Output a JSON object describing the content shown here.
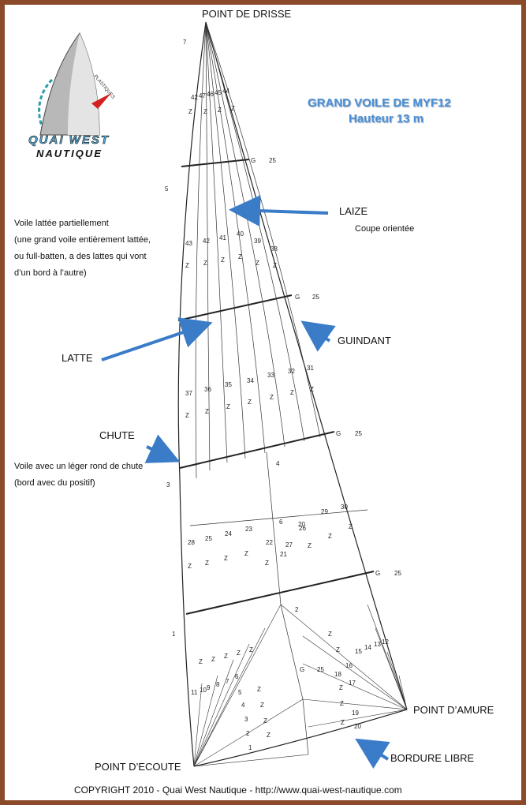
{
  "logo": {
    "name_line1": "QUAI WEST",
    "name_line2": "NAUTIQUE",
    "arc_text": "PLASTIQUES"
  },
  "title": {
    "line1": "GRAND VOILE DE MYF12",
    "line2": "Hauteur 13 m"
  },
  "labels": {
    "point_de_drisse": "POINT DE DRISSE",
    "laize": "LAIZE",
    "coupe_orientee": "Coupe orientée",
    "guindant": "GUINDANT",
    "latte": "LATTE",
    "chute": "CHUTE",
    "point_d_amure": "POINT D’AMURE",
    "bordure_libre": "BORDURE LIBRE",
    "point_d_ecoute": "POINT D’ECOUTE"
  },
  "notes": {
    "voile_lattee": [
      "Voile lattée partiellement",
      "(une grand voile entièrement lattée,",
      "ou full-batten, a des lattes qui vont",
      "d’un bord à l’autre)"
    ],
    "rond_de_chute": [
      "Voile avec un léger rond de chute",
      "(bord avec du positif)"
    ]
  },
  "copyright": "COPYRIGHT 2010 - Quai West Nautique - http://www.quai-west-nautique.com",
  "colors": {
    "border": "#8a4a2a",
    "arrow": "#3a7cc8",
    "title": "#4a8fd6",
    "logo_red": "#d42020",
    "logo_teal": "#2a9aa8"
  },
  "icons": [
    "sailboat-logo-icon",
    "arrow-icon"
  ],
  "diagram": {
    "leech_marks": [
      "7",
      "5",
      "3",
      "1"
    ],
    "batten_marks": [
      "G",
      "25"
    ],
    "panel_numbers": [
      "42",
      "47",
      "46",
      "45",
      "44",
      "43",
      "42",
      "41",
      "40",
      "39",
      "38",
      "37",
      "36",
      "35",
      "34",
      "33",
      "32",
      "31",
      "28",
      "25",
      "24",
      "23",
      "22",
      "21",
      "20",
      "29",
      "30",
      "27",
      "26",
      "4",
      "6",
      "2",
      "16",
      "15",
      "14",
      "13",
      "12",
      "17",
      "18",
      "19",
      "20",
      "11",
      "10",
      "9",
      "8",
      "7",
      "6",
      "5",
      "4",
      "3",
      "2",
      "1"
    ],
    "seam_mark": "Z"
  }
}
